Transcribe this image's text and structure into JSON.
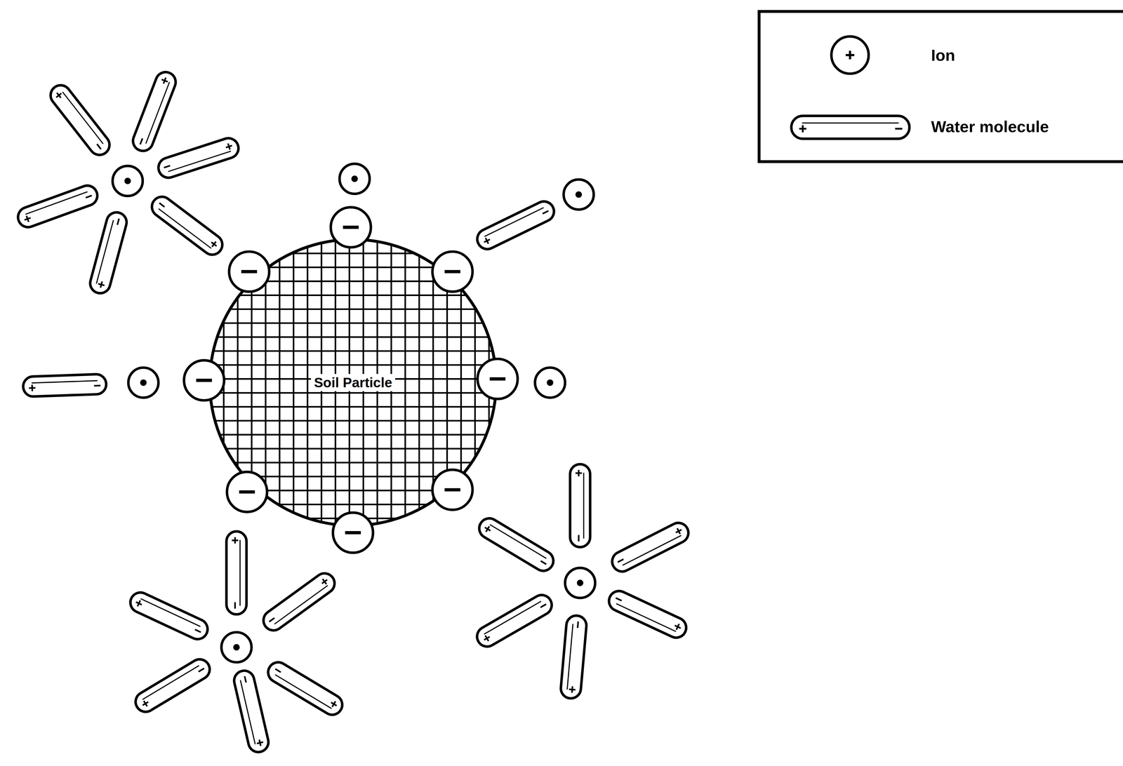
{
  "diagram": {
    "nodes": [
      {
        "text": [
          "Soil Particle"
        ]
      }
    ],
    "legend": [
      {
        "text": "Ion"
      },
      {
        "text": "Water molecule"
      }
    ]
  }
}
